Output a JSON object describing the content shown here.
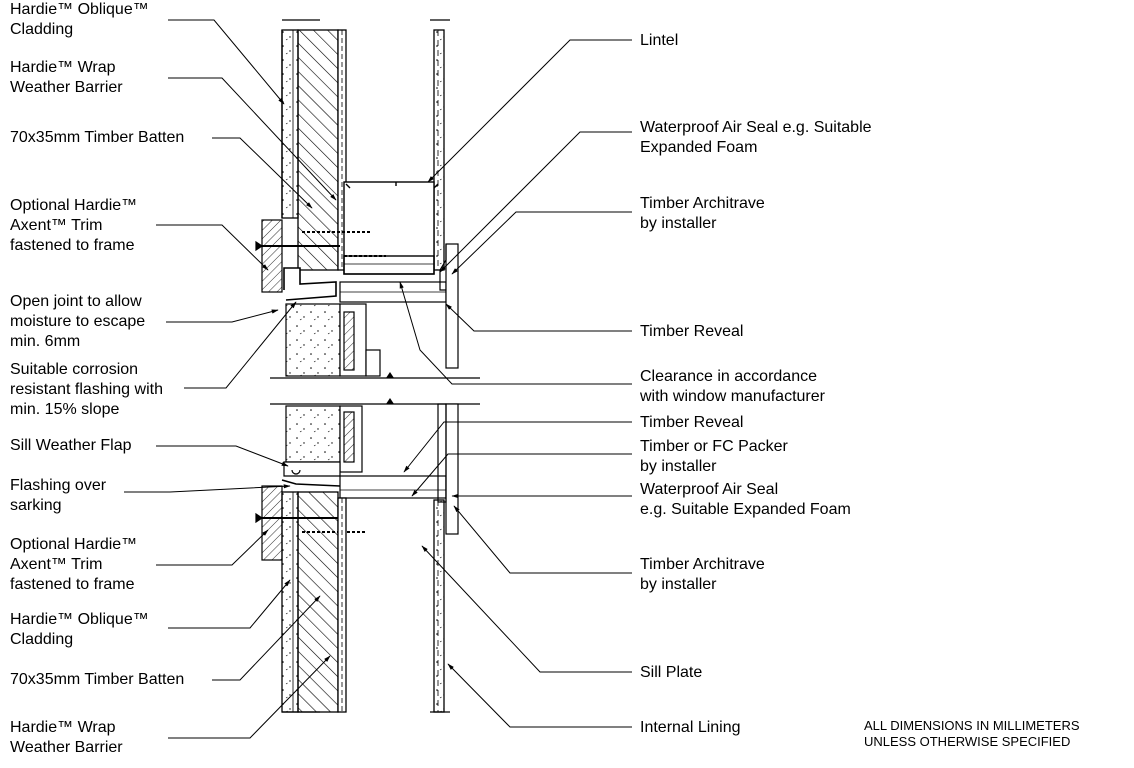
{
  "labels_left": [
    "Hardie™ Oblique™\nCladding",
    "Hardie™ Wrap\nWeather Barrier",
    "70x35mm Timber Batten",
    "Optional Hardie™\nAxent™ Trim\nfastened to frame",
    "Open joint to allow\nmoisture to escape\nmin. 6mm",
    "Suitable corrosion\nresistant flashing with\nmin. 15% slope",
    "Sill Weather Flap",
    "Flashing over\nsarking",
    "Optional Hardie™\nAxent™ Trim\nfastened to frame",
    "Hardie™ Oblique™\nCladding",
    "70x35mm Timber Batten",
    "Hardie™ Wrap\nWeather Barrier"
  ],
  "labels_right": [
    "Lintel",
    "Waterproof Air Seal e.g. Suitable\nExpanded Foam",
    "Timber Architrave\nby installer",
    "Timber Reveal",
    "Clearance in accordance\nwith window manufacturer",
    "Timber Reveal",
    "Timber or FC Packer\nby installer",
    "Waterproof Air Seal\ne.g. Suitable Expanded Foam",
    "Timber Architrave\nby installer",
    "Sill Plate",
    "Internal Lining"
  ],
  "note": "ALL DIMENSIONS IN MILLIMETERS\nUNLESS OTHERWISE SPECIFIED"
}
